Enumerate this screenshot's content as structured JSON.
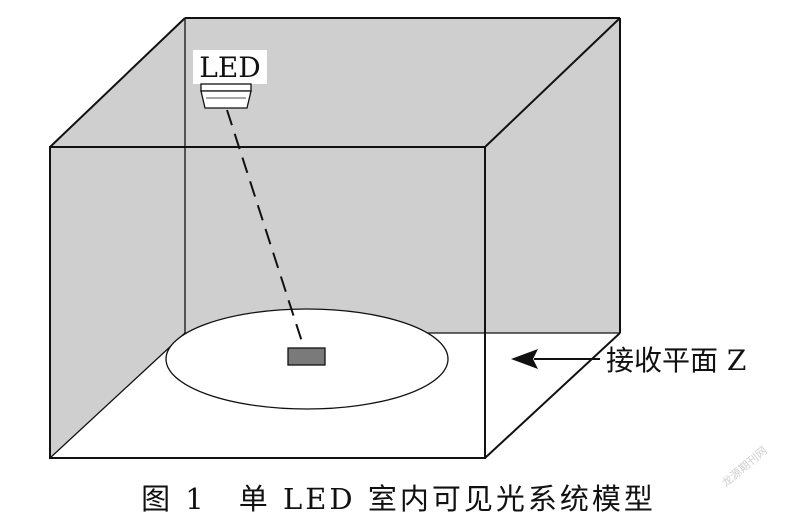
{
  "diagram": {
    "led_label": "LED",
    "receiver_label": "接收平面 Z",
    "caption": "图 1　单 LED 室内可见光系统模型"
  },
  "watermark": "龙源期刊网",
  "colors": {
    "wall_fill": "#cfcfcf",
    "floor_fill": "#ffffff",
    "receiver_fill": "#7a7a7a",
    "stroke": "#111111"
  }
}
